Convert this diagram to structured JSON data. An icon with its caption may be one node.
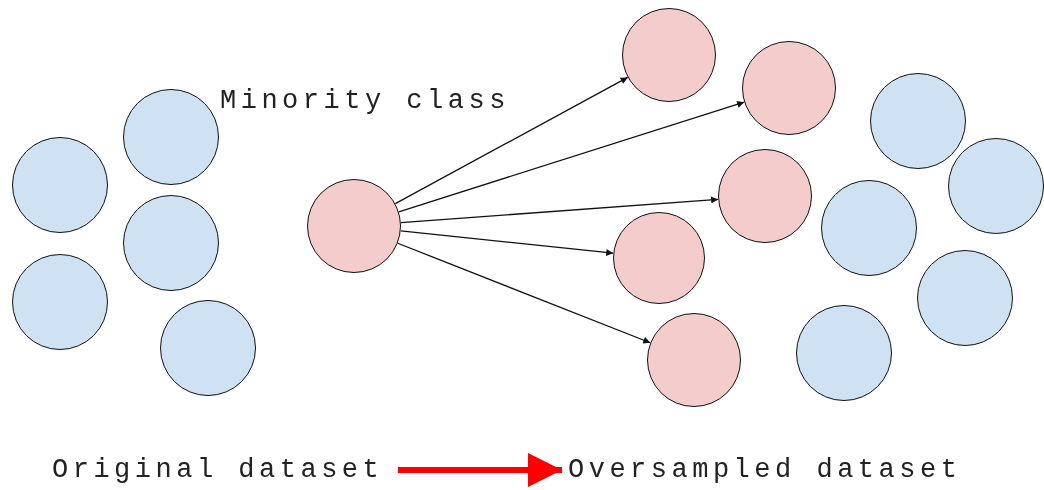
{
  "diagram": {
    "nodes": [
      {
        "text": [],
        "shape": "circle"
      },
      {
        "text": [],
        "shape": "circle"
      },
      {
        "text": [],
        "shape": "circle"
      },
      {
        "text": [],
        "shape": "circle"
      },
      {
        "text": [],
        "shape": "circle"
      },
      {
        "text": [],
        "shape": "circle"
      },
      {
        "text": [],
        "shape": "circle"
      },
      {
        "text": [],
        "shape": "circle"
      },
      {
        "text": [],
        "shape": "circle"
      },
      {
        "text": [],
        "shape": "circle"
      },
      {
        "text": [],
        "shape": "circle"
      },
      {
        "text": [],
        "shape": "circle"
      },
      {
        "text": [],
        "shape": "circle"
      },
      {
        "text": [],
        "shape": "circle"
      },
      {
        "text": [],
        "shape": "circle"
      },
      {
        "text": [],
        "shape": "circle"
      },
      {
        "text": [
          "Original dataset"
        ]
      },
      {
        "text": [
          "Oversampled dataset"
        ]
      }
    ],
    "edges": [
      {
        "from": 5,
        "to": 6,
        "arrow": "to"
      },
      {
        "from": 5,
        "to": 7,
        "arrow": "to"
      },
      {
        "from": 5,
        "to": 8,
        "arrow": "to"
      },
      {
        "from": 5,
        "to": 9,
        "arrow": "to"
      },
      {
        "from": 5,
        "to": 10,
        "arrow": "to"
      },
      {
        "from": 16,
        "to": 17,
        "arrow": "to",
        "style": "thick",
        "color": "#ff0000"
      }
    ],
    "labels": [
      "Minority class"
    ]
  }
}
